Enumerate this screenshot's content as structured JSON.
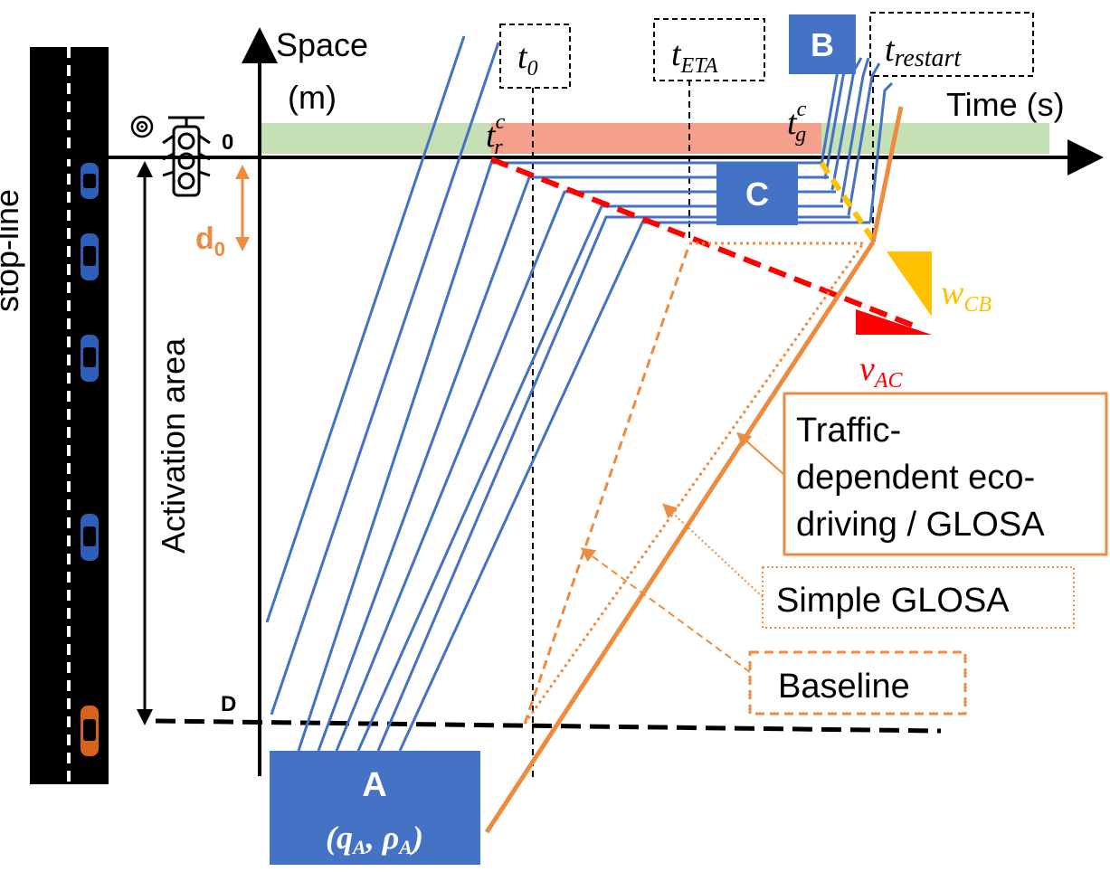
{
  "road": {
    "stop_line_label": "stop-line"
  },
  "axes": {
    "y_label_line1": "Space",
    "y_label_line2": "(m)",
    "x_label": "Time (s)",
    "zero_label": "0",
    "d_label": "D"
  },
  "activation": {
    "label": "Activation area",
    "d0_label_main": "d",
    "d0_label_sub": "0"
  },
  "time_markers": {
    "t0_main": "t",
    "t0_sub": "0",
    "teta_main": "t",
    "teta_sub": "ETA",
    "trestart_main": "t",
    "trestart_sub": "restart",
    "tr_main": "t",
    "tr_sup": "c",
    "tr_sub": "r",
    "tg_main": "t",
    "tg_sup": "c",
    "tg_sub": "g"
  },
  "regions": {
    "a_label": "A",
    "a_params": "(q",
    "a_q_sub": "A",
    "a_comma": ", ρ",
    "a_rho_sub": "A",
    "a_close": ")",
    "b_label": "B",
    "c_label": "C"
  },
  "waves": {
    "w_main": "w",
    "w_sub": "CB",
    "v_main": "v",
    "v_sub": "AC"
  },
  "legend": {
    "traffic_line1": "Traffic-",
    "traffic_line2": "dependent eco-",
    "traffic_line3": "driving / GLOSA",
    "simple": "Simple GLOSA",
    "baseline": "Baseline"
  },
  "colors": {
    "blue": "#4472c4",
    "orange": "#ed8b3e",
    "red": "#ff0000",
    "yellow": "#ffc000",
    "green_phase": "#c5e0b4",
    "red_phase": "#f4a08c",
    "road": "#000000"
  }
}
